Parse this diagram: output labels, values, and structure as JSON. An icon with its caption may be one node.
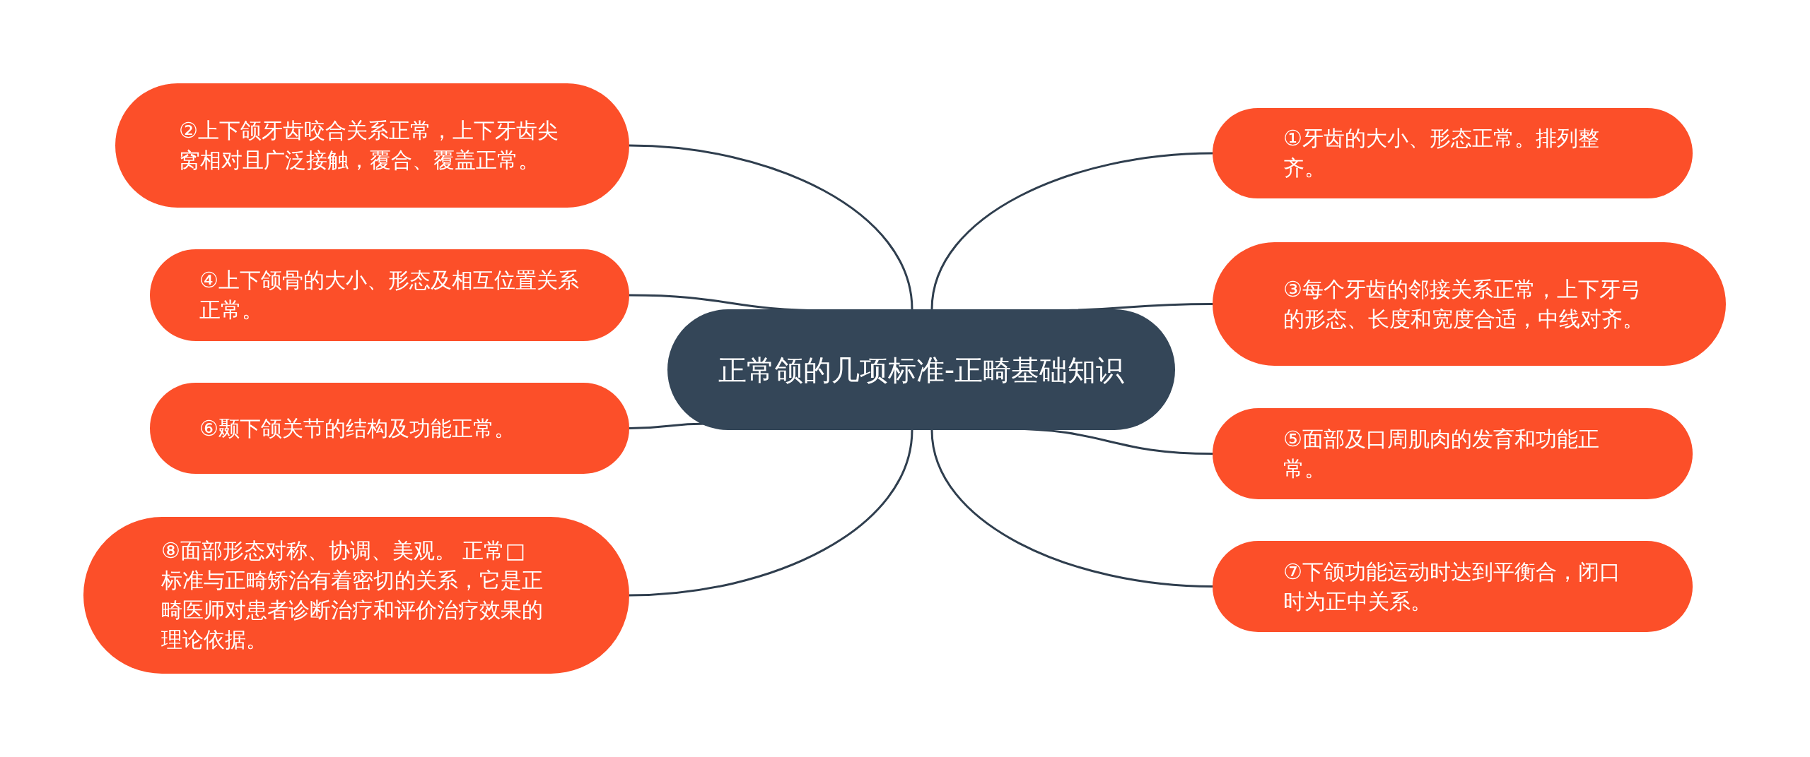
{
  "diagram": {
    "nodes": [
      {
        "text": [
          "正常颌的几项标准-正畸基础知识"
        ]
      },
      {
        "text": [
          "①牙齿的大小、形态正常。排列整齐。"
        ]
      },
      {
        "text": [
          "②上下颌牙齿咬合关系正常，上下牙齿尖窝相对且广泛接触，覆合、覆盖正常。"
        ]
      },
      {
        "text": [
          "③每个牙齿的邻接关系正常，上下牙弓的形态、长度和宽度合适，中线对齐。"
        ]
      },
      {
        "text": [
          "④上下颌骨的大小、形态及相互位置关系正常。"
        ]
      },
      {
        "text": [
          "⑤面部及口周肌肉的发育和功能正常。"
        ]
      },
      {
        "text": [
          "⑥颞下颌关节的结构及功能正常。"
        ]
      },
      {
        "text": [
          "⑦下颌功能运动时达到平衡合，闭口时为正中关系。"
        ]
      },
      {
        "text": [
          "⑧面部形态对称、协调、美观。 正常□标准与正畸矫治有着密切的关系，它是正畸医师对患者诊断治疗和评价治疗效果的理论依据。"
        ]
      }
    ],
    "edges": [
      {
        "from": 0,
        "to": 1,
        "arrow": "none"
      },
      {
        "from": 0,
        "to": 2,
        "arrow": "none"
      },
      {
        "from": 0,
        "to": 3,
        "arrow": "none"
      },
      {
        "from": 0,
        "to": 4,
        "arrow": "none"
      },
      {
        "from": 0,
        "to": 5,
        "arrow": "none"
      },
      {
        "from": 0,
        "to": 6,
        "arrow": "none"
      },
      {
        "from": 0,
        "to": 7,
        "arrow": "none"
      },
      {
        "from": 0,
        "to": 8,
        "arrow": "none"
      }
    ]
  }
}
